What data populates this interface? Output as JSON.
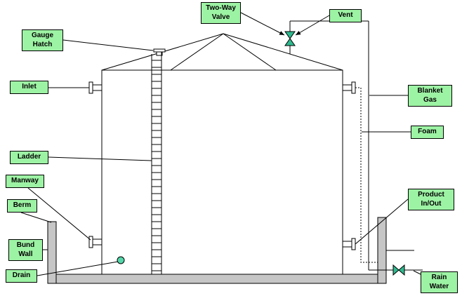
{
  "labels": {
    "two_way_valve": "Two-Way\nValve",
    "vent": "Vent",
    "gauge_hatch": "Gauge\nHatch",
    "inlet": "Inlet",
    "blanket_gas": "Blanket\nGas",
    "foam": "Foam",
    "ladder": "Ladder",
    "manway": "Manway",
    "berm": "Berm",
    "bund_wall": "Bund\nWall",
    "drain": "Drain",
    "product_in_out": "Product\nIn/Out",
    "rain_water": "Rain\nWater"
  },
  "colors": {
    "label_bg": "#9df3a4",
    "wall_gray": "#c6c6c6",
    "valve_fill": "#2fb98e",
    "drain_fill": "#54d6aa"
  }
}
